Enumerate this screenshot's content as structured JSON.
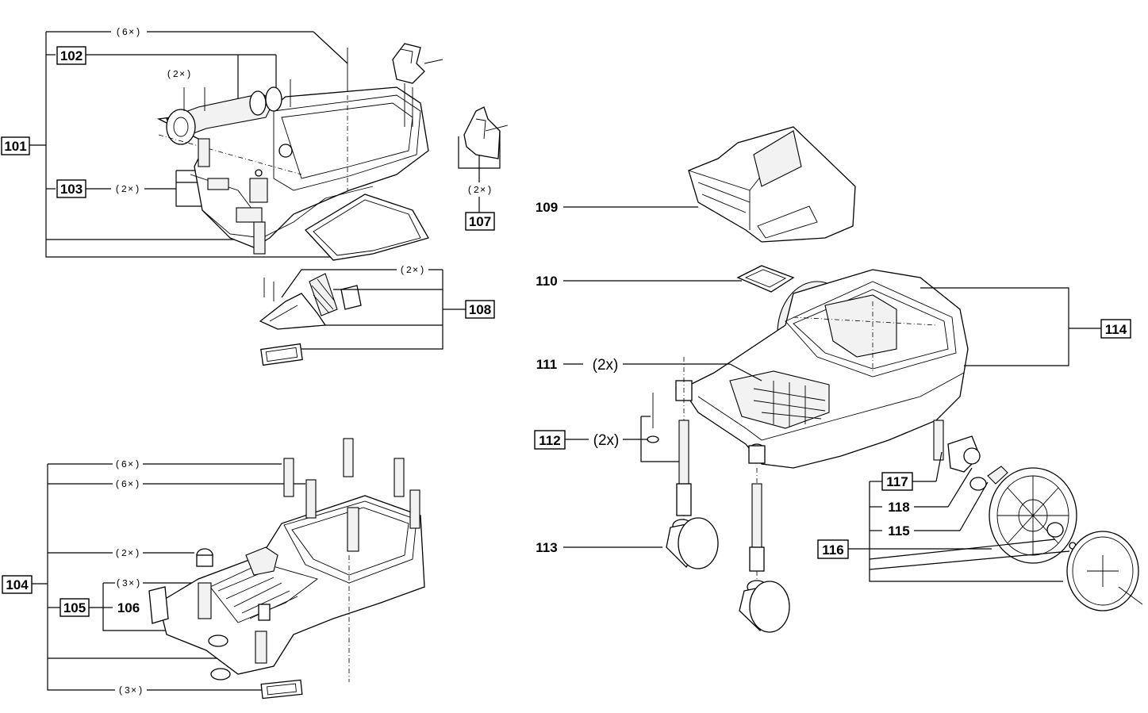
{
  "labels": {
    "p101": "101",
    "p102": "102",
    "p103": "103",
    "p104": "104",
    "p105": "105",
    "p106": "106",
    "p107": "107",
    "p108": "108",
    "p109": "109",
    "p110": "110",
    "p111": "111",
    "p112": "112",
    "p113": "113",
    "p114": "114",
    "p115": "115",
    "p116": "116",
    "p117": "117",
    "p118": "118"
  },
  "quantities": {
    "top_screws": "(6×)",
    "p102_screws": "(2×)",
    "p103_count": "(2×)",
    "p107_count": "(2×)",
    "p108_count": "(2×)",
    "p104_a": "(6×)",
    "p104_b": "(6×)",
    "p104_c": "(2×)",
    "p104_d": "(3×)",
    "p104_e": "(3×)",
    "p111_count": "(2x)",
    "p112_count": "(2x)"
  }
}
